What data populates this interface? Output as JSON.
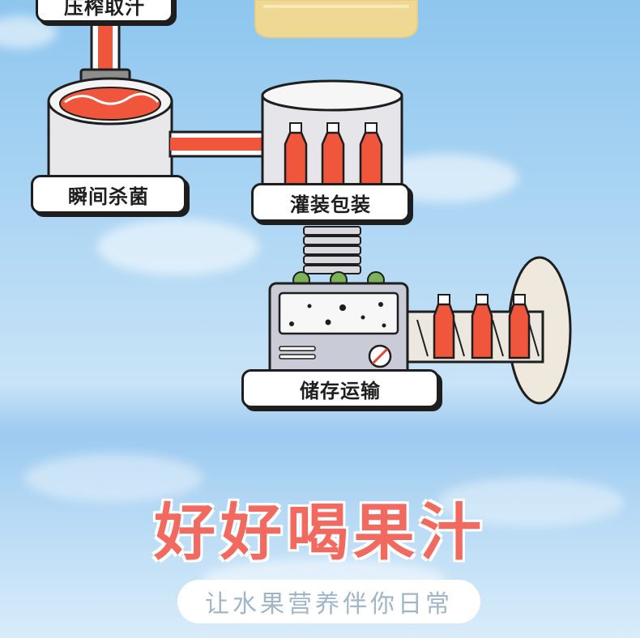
{
  "steps": {
    "press": "压榨取汁",
    "sterilize": "瞬间杀菌",
    "fill": "灌装包装",
    "store": "储存运输"
  },
  "headline": "好好喝果汁",
  "tagline": "让水果营养伴你日常",
  "colors": {
    "juice": "#f0563b",
    "headline": "#f26a5f",
    "outline": "#1e1e1e",
    "machine": "#c9ccd6"
  }
}
